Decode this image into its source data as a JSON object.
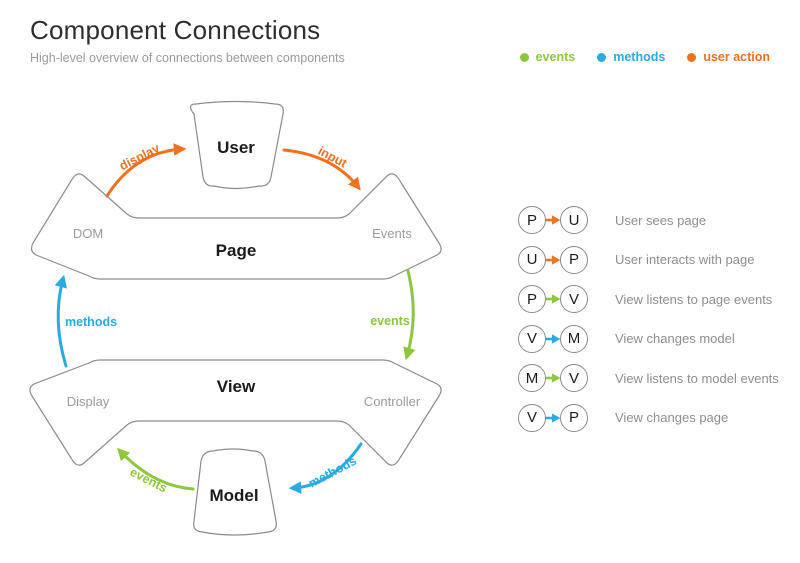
{
  "header": {
    "title": "Component Connections",
    "subtitle": "High-level overview of connections between components"
  },
  "type_legend": {
    "items": [
      {
        "label": "events",
        "color": "green"
      },
      {
        "label": "methods",
        "color": "blue"
      },
      {
        "label": "user action",
        "color": "orange"
      }
    ]
  },
  "palette": {
    "events_green": "#8dc63f",
    "methods_blue": "#29abe2",
    "user_action_orange": "#f3701f",
    "shape_outline": "#8c8c8c",
    "muted_text": "#9b9b9b",
    "title_text": "#2e2e2e"
  },
  "diagram": {
    "nodes": {
      "user": {
        "label": "User"
      },
      "page": {
        "label": "Page",
        "left": "DOM",
        "right": "Events"
      },
      "view": {
        "label": "View",
        "left": "Display",
        "right": "Controller"
      },
      "model": {
        "label": "Model"
      }
    },
    "arrows": {
      "display": {
        "label": "display",
        "type": "user action"
      },
      "input": {
        "label": "input",
        "type": "user action"
      },
      "methods_page": {
        "label": "methods",
        "type": "methods"
      },
      "events_page": {
        "label": "events",
        "type": "events"
      },
      "methods_model": {
        "label": "methods",
        "type": "methods"
      },
      "events_model": {
        "label": "events",
        "type": "events"
      }
    }
  },
  "relationship_legend": {
    "rows": [
      {
        "from": "P",
        "to": "U",
        "color": "orange",
        "label": "User sees page"
      },
      {
        "from": "U",
        "to": "P",
        "color": "orange",
        "label": "User interacts with page"
      },
      {
        "from": "P",
        "to": "V",
        "color": "green",
        "label": "View listens to page events"
      },
      {
        "from": "V",
        "to": "M",
        "color": "blue",
        "label": "View changes model"
      },
      {
        "from": "M",
        "to": "V",
        "color": "green",
        "label": "View listens to model events"
      },
      {
        "from": "V",
        "to": "P",
        "color": "blue",
        "label": "View changes page"
      }
    ]
  }
}
